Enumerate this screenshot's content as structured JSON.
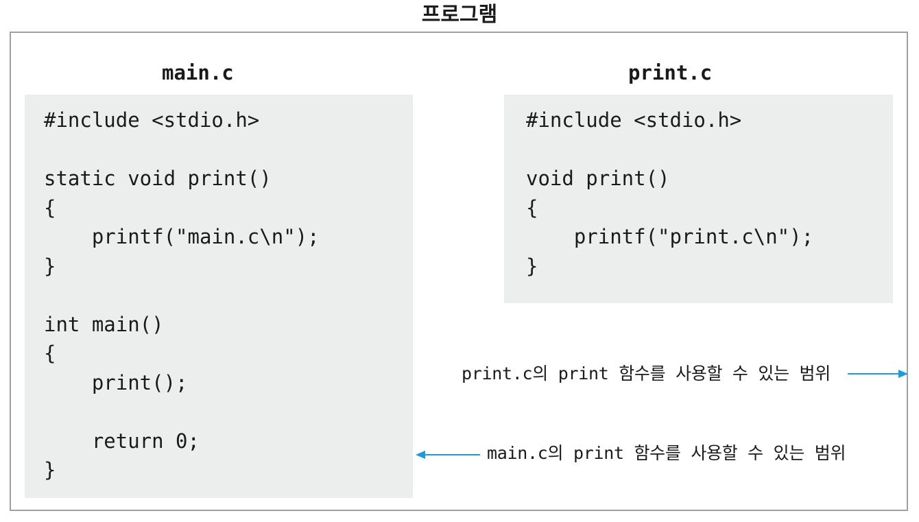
{
  "program_title": "프로그램",
  "files": {
    "main": {
      "name": "main.c",
      "code": "#include <stdio.h>\n\nstatic void print()\n{\n    printf(\"main.c\\n\");\n}\n\nint main()\n{\n    print();\n\n    return 0;\n}"
    },
    "print": {
      "name": "print.c",
      "code": "#include <stdio.h>\n\nvoid print()\n{\n    printf(\"print.c\\n\");\n}"
    }
  },
  "annotations": {
    "print_scope": "print.c의 print 함수를 사용할 수 있는 범위",
    "main_scope": "main.c의 print 함수를 사용할 수 있는 범위"
  },
  "colors": {
    "arrow": "#1a9be0",
    "code_background": "#eceeed",
    "frame_border": "#a0a0a0"
  }
}
